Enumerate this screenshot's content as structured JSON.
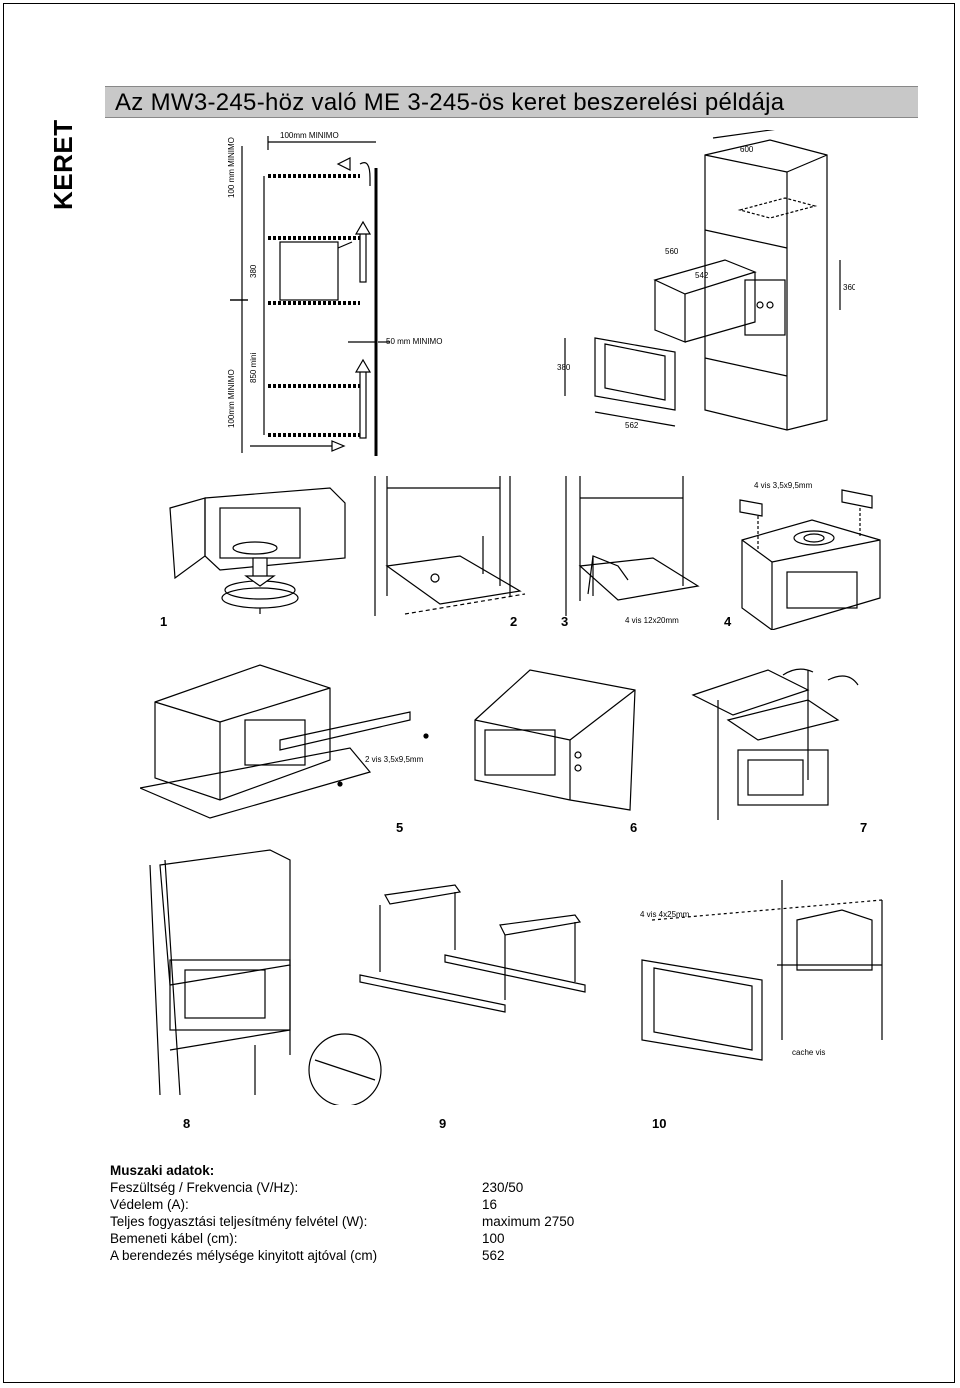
{
  "side_label": "KERET",
  "title": "Az MW3-245-höz való ME 3-245-ös keret beszerelési példája",
  "diagram_labels": {
    "top_gap": "100mm MINIMO",
    "left_gap": "100 mm MINIMO",
    "height_380": "380",
    "height_850": "850 mini",
    "side_gap": "50 mm MINIMO",
    "bottom_gap": "100mm MINIMO",
    "screws_4_35": "4 vis 3,5x9,5mm",
    "screws_4_12": "4 vis 12x20mm",
    "screws_2_35": "2 vis 3,5x9,5mm",
    "screws_4_25": "4 vis 4x25mm",
    "cache_vis": "cache vis",
    "dim_562": "562",
    "dim_380b": "380",
    "dim_600": "600",
    "dim_560": "560",
    "dim_542": "542",
    "dim_360": "360"
  },
  "step_numbers": [
    "1",
    "2",
    "3",
    "4",
    "5",
    "6",
    "7",
    "8",
    "9",
    "10"
  ],
  "specs": {
    "heading": "Muszaki adatok:",
    "rows": [
      {
        "label": "Feszültség / Frekvencia (V/Hz):",
        "value": "230/50"
      },
      {
        "label": "Védelem (A):",
        "value": "16"
      },
      {
        "label": "Teljes fogyasztási teljesítmény felvétel (W):",
        "value": "maximum 2750"
      },
      {
        "label": "Bemeneti kábel (cm):",
        "value": "100"
      },
      {
        "label": "A berendezés mélysége kinyitott ajtóval (cm)",
        "value": "562"
      }
    ]
  }
}
